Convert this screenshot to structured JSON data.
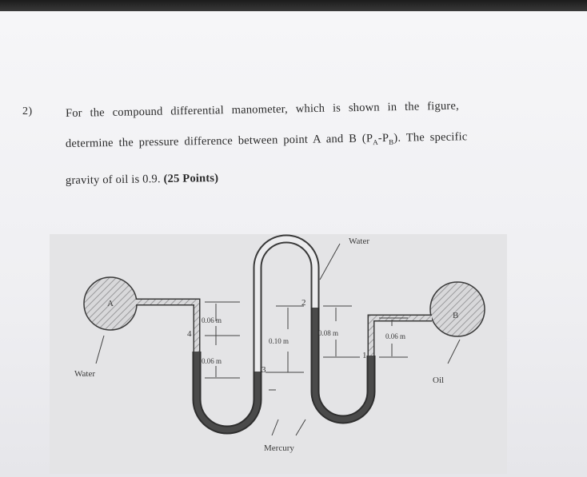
{
  "question": {
    "number": "2)",
    "line1": "For the compound differential manometer, which is shown in the figure,",
    "line2_a": "determine the pressure difference between point A and B (P",
    "line2_sub_a": "A",
    "line2_b": "-P",
    "line2_sub_b": "B",
    "line2_c": "). The specific",
    "line3_a": "gravity of oil is 0.9.",
    "line3_points": "(25 Points)"
  },
  "figure": {
    "label_water_top": "Water",
    "label_water_left": "Water",
    "label_oil": "Oil",
    "label_mercury": "Mercury",
    "point_a": "A",
    "point_b": "B",
    "dim_006_upper": "0.06 m",
    "dim_006_lower": "0.06 m",
    "dim_010": "0.10 m",
    "dim_008": "0.08 m",
    "dim_006_right": "0.06 m",
    "level_1": "1",
    "level_2": "2",
    "level_3": "3",
    "level_4": "4"
  }
}
